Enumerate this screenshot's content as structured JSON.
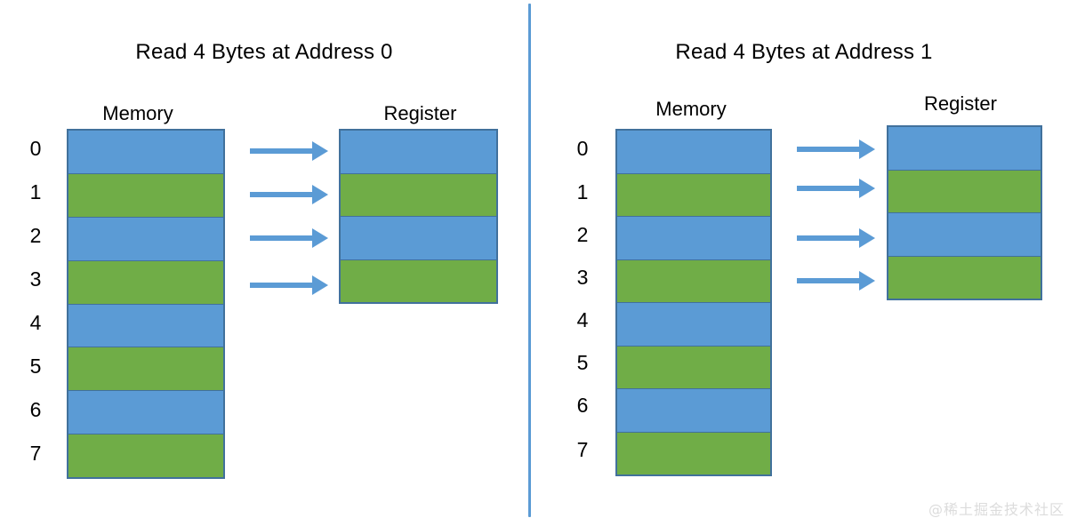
{
  "figure": {
    "watermark": "@稀土掘金技术社区",
    "colors": {
      "blue": "#5B9BD5",
      "green": "#70AD47",
      "border": "#41719C",
      "arrow": "#5B9BD5",
      "divider": "#5B9BD5",
      "background": "#FFFFFF",
      "watermark": "#DCDCDC"
    }
  },
  "panels": [
    {
      "id": "aligned",
      "title": "Read 4 Bytes at Address 0",
      "memory": {
        "caption": "Memory",
        "addresses": [
          "0",
          "1",
          "2",
          "3",
          "4",
          "5",
          "6",
          "7"
        ],
        "cells": [
          "blue",
          "green",
          "blue",
          "green",
          "blue",
          "green",
          "blue",
          "green"
        ]
      },
      "register": {
        "caption": "Register",
        "cells": [
          "blue",
          "green",
          "blue",
          "green"
        ]
      },
      "arrows": 4
    },
    {
      "id": "unaligned",
      "title": "Read 4 Bytes at Address 1",
      "memory": {
        "caption": "Memory",
        "addresses": [
          "0",
          "1",
          "2",
          "3",
          "4",
          "5",
          "6",
          "7"
        ],
        "cells": [
          "blue",
          "green",
          "blue",
          "green",
          "blue",
          "green",
          "blue",
          "green"
        ]
      },
      "register": {
        "caption": "Register",
        "cells": [
          "blue",
          "green",
          "blue",
          "green"
        ]
      },
      "arrows": 4
    }
  ]
}
